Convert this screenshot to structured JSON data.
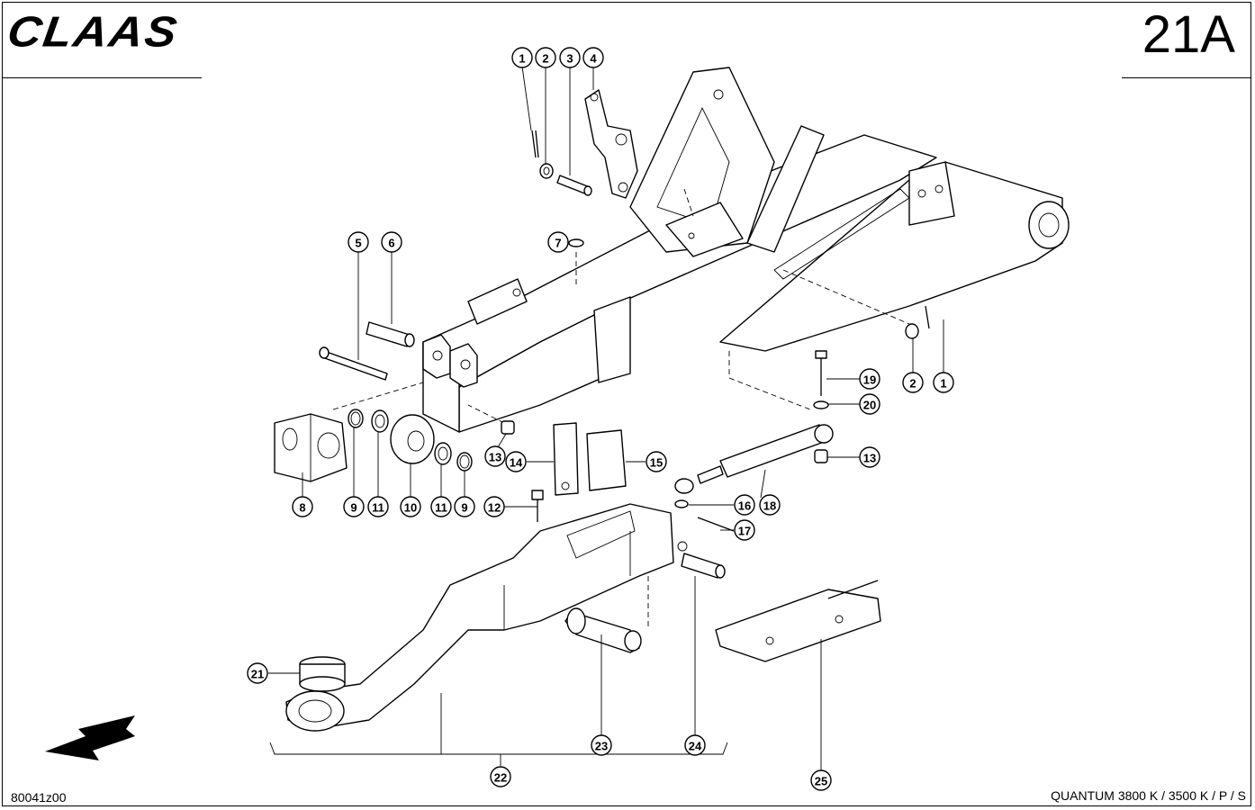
{
  "header": {
    "brand": "CLAAS",
    "page_number": "21A"
  },
  "footer": {
    "drawing_code": "80041z00",
    "model": "QUANTUM 3800 K / 3500 K / P / S"
  },
  "callouts": [
    {
      "id": "c1a",
      "label": "1"
    },
    {
      "id": "c2a",
      "label": "2"
    },
    {
      "id": "c3",
      "label": "3"
    },
    {
      "id": "c4",
      "label": "4"
    },
    {
      "id": "c5",
      "label": "5"
    },
    {
      "id": "c6",
      "label": "6"
    },
    {
      "id": "c7",
      "label": "7"
    },
    {
      "id": "c8",
      "label": "8"
    },
    {
      "id": "c9a",
      "label": "9"
    },
    {
      "id": "c11a",
      "label": "11"
    },
    {
      "id": "c10",
      "label": "10"
    },
    {
      "id": "c11b",
      "label": "11"
    },
    {
      "id": "c9b",
      "label": "9"
    },
    {
      "id": "c12",
      "label": "12"
    },
    {
      "id": "c13a",
      "label": "13"
    },
    {
      "id": "c14",
      "label": "14"
    },
    {
      "id": "c15",
      "label": "15"
    },
    {
      "id": "c16",
      "label": "16"
    },
    {
      "id": "c17",
      "label": "17"
    },
    {
      "id": "c18",
      "label": "18"
    },
    {
      "id": "c19",
      "label": "19"
    },
    {
      "id": "c20",
      "label": "20"
    },
    {
      "id": "c13b",
      "label": "13"
    },
    {
      "id": "c2b",
      "label": "2"
    },
    {
      "id": "c1b",
      "label": "1"
    },
    {
      "id": "c21",
      "label": "21"
    },
    {
      "id": "c22",
      "label": "22"
    },
    {
      "id": "c23",
      "label": "23"
    },
    {
      "id": "c24",
      "label": "24"
    },
    {
      "id": "c25",
      "label": "25"
    }
  ]
}
